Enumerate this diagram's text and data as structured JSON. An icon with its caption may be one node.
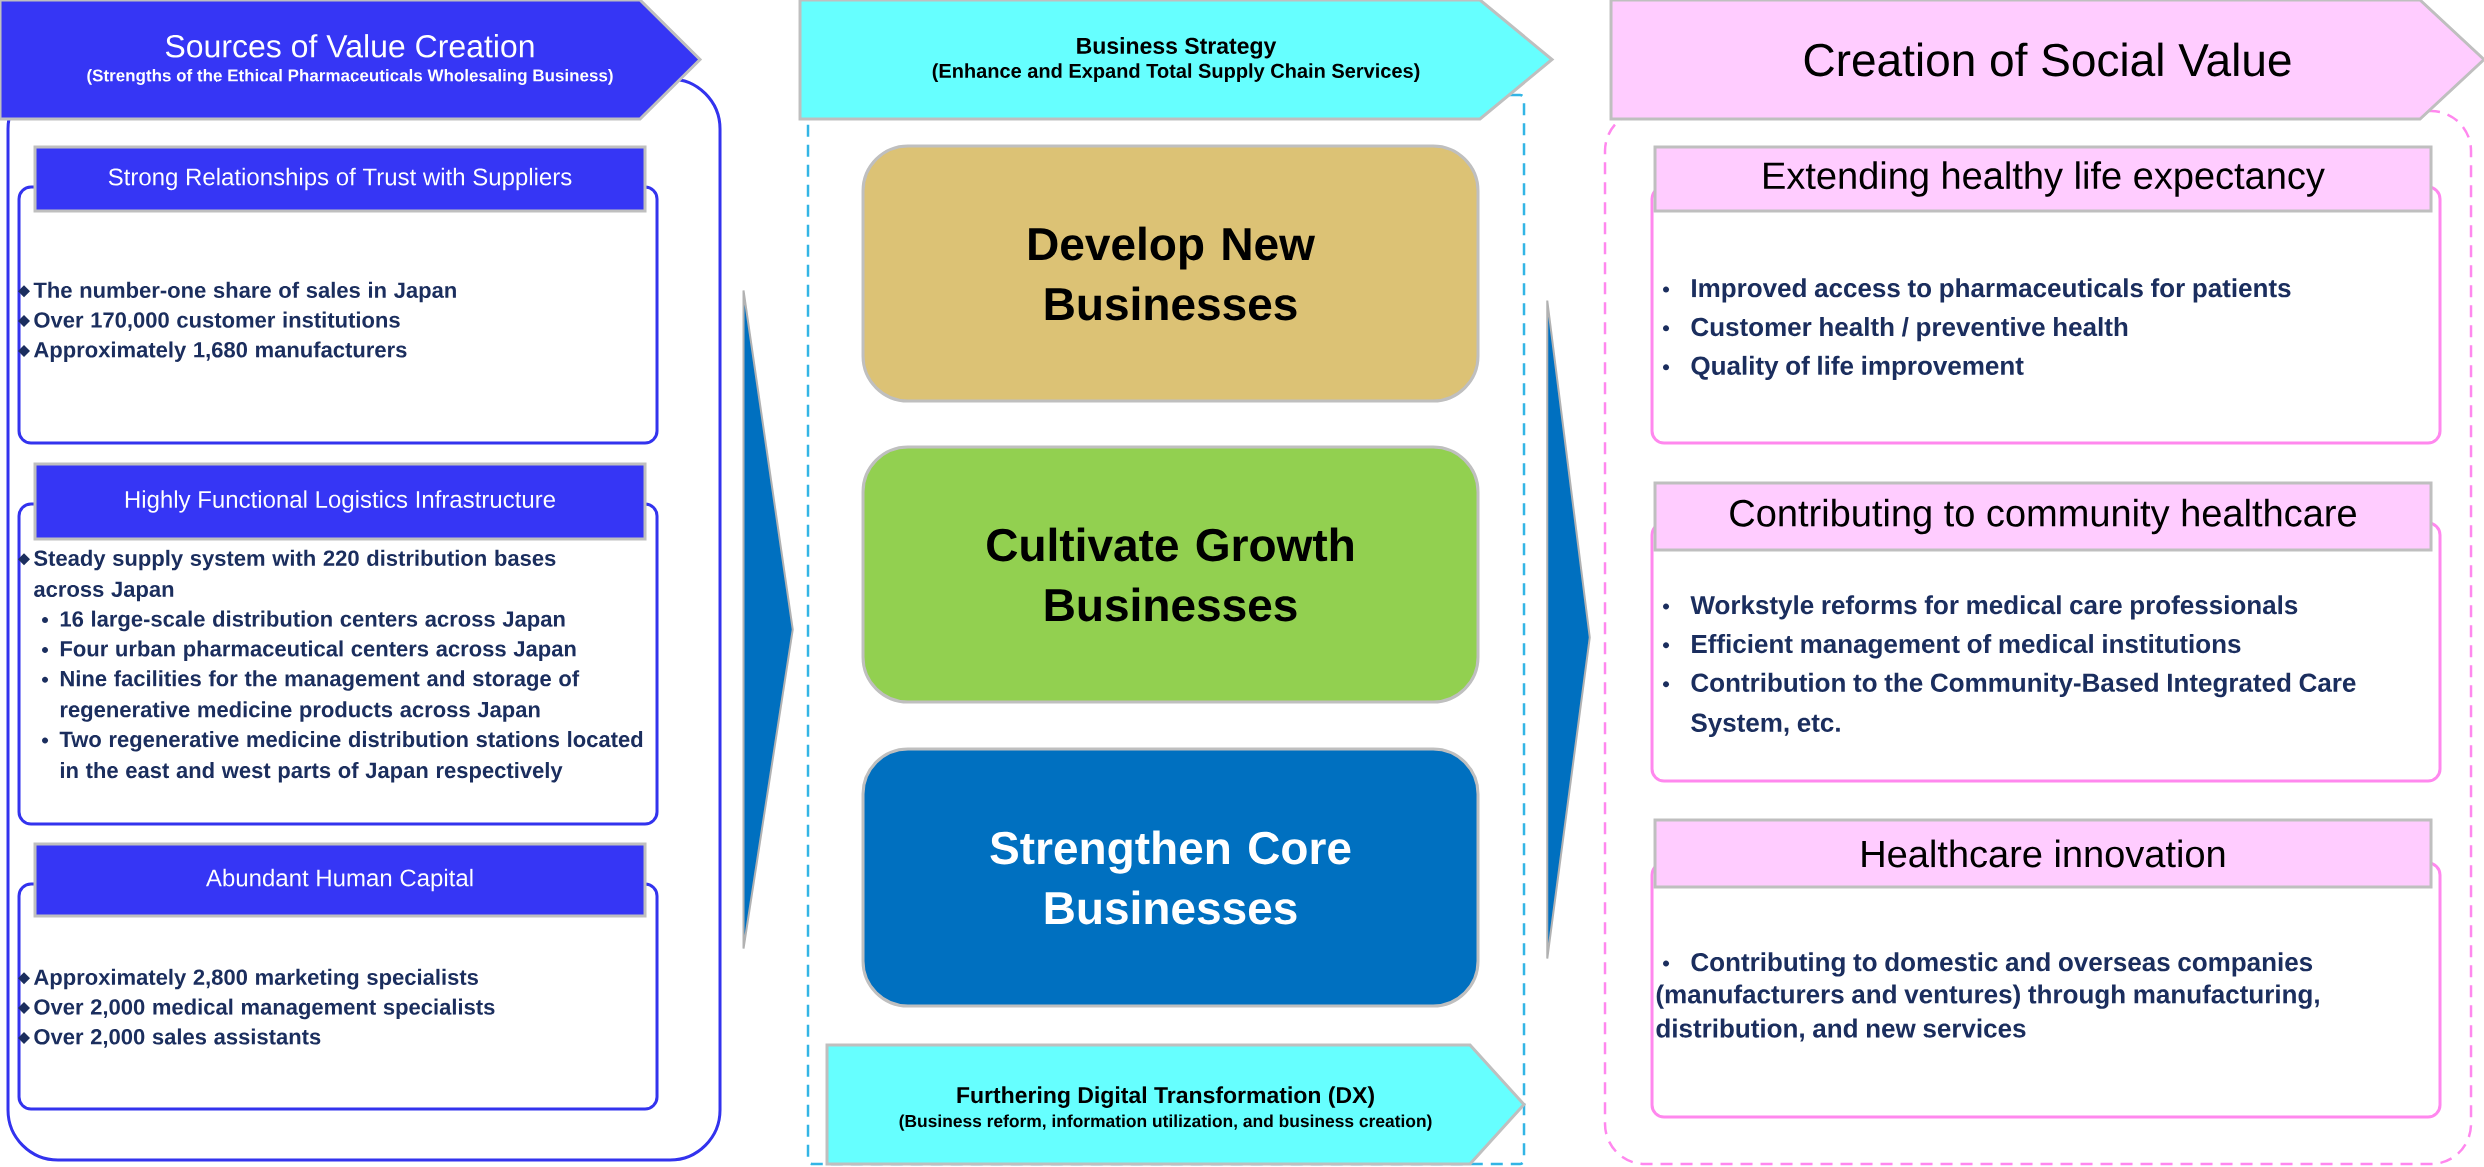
{
  "diagram": {
    "nodes": [
      {
        "text": [
          "Sources of Value Creation",
          "(Strengths of the Ethical Pharmaceuticals Wholesaling Business)"
        ]
      },
      {
        "text": [
          "Strong Relationships of Trust with Suppliers",
          "The number-one share of sales in Japan",
          "Over 170,000 customer institutions",
          "Approximately 1,680 manufacturers"
        ],
        "in": 0
      },
      {
        "text": [
          "Highly Functional Logistics Infrastructure",
          "Steady supply system with 220 distribution bases across Japan",
          "16 large-scale distribution centers across Japan",
          "Four urban pharmaceutical centers across Japan",
          "Nine facilities for the management and storage of regenerative medicine products across Japan",
          "Two regenerative medicine distribution stations located in the east and west parts of Japan respectively"
        ],
        "in": 0
      },
      {
        "text": [
          "Abundant Human Capital",
          "Approximately 2,800 marketing specialists",
          "Over 2,000 medical management specialists",
          "Over 2,000 sales assistants"
        ],
        "in": 0
      },
      {
        "text": [
          "Business Strategy",
          "(Enhance and Expand Total Supply Chain Services)"
        ]
      },
      {
        "text": [
          "Develop New Businesses"
        ],
        "in": 4
      },
      {
        "text": [
          "Cultivate Growth Businesses"
        ],
        "in": 4
      },
      {
        "text": [
          "Strengthen Core Businesses"
        ],
        "in": 4
      },
      {
        "text": [
          "Furthering Digital Transformation (DX)",
          "(Business reform, information utilization, and business creation)"
        ],
        "in": 4
      },
      {
        "text": [
          "Creation of Social Value"
        ]
      },
      {
        "text": [
          "Extending healthy life expectancy",
          "Improved access to pharmaceuticals for patients",
          "Customer health / preventive health",
          "Quality of life improvement"
        ],
        "in": 9
      },
      {
        "text": [
          "Contributing to community healthcare",
          "Workstyle reforms for medical care professionals",
          "Efficient management of medical institutions",
          "Contribution to the Community-Based Integrated Care System, etc."
        ],
        "in": 9
      },
      {
        "text": [
          "Healthcare innovation",
          "Contributing to domestic and overseas companies (manufacturers and ventures) through manufacturing, distribution, and new services"
        ],
        "in": 9
      }
    ],
    "edges": [
      {
        "from": 0,
        "to": 4,
        "arrow": "to"
      },
      {
        "from": 4,
        "to": 9,
        "arrow": "to"
      }
    ]
  }
}
